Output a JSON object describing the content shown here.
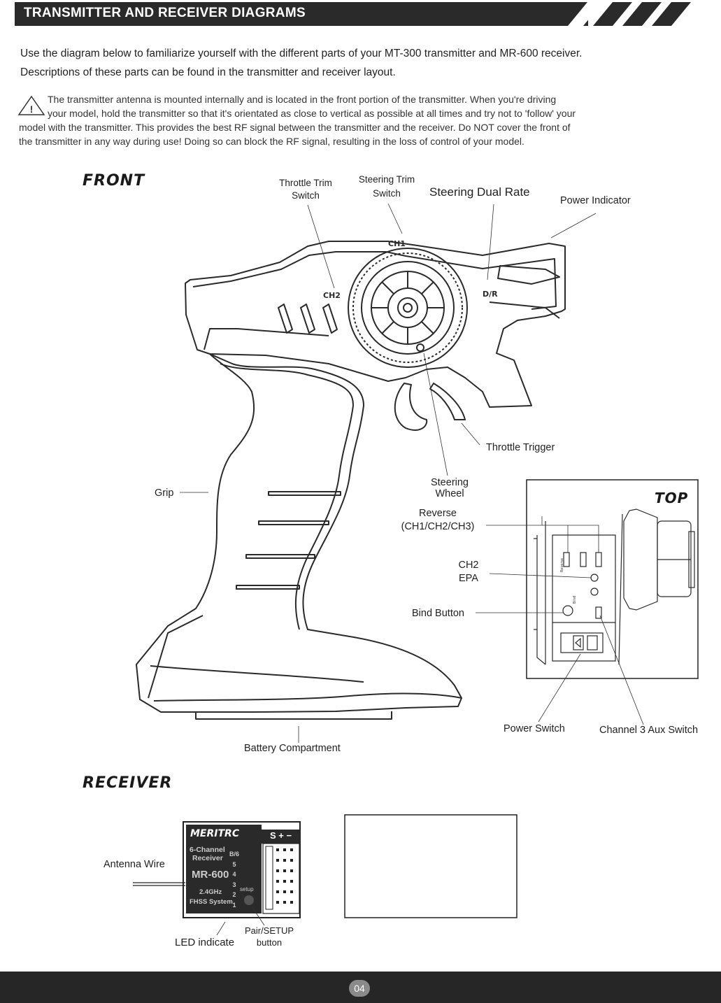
{
  "header": {
    "title": "TRANSMITTER AND RECEIVER  DIAGRAMS"
  },
  "intro": {
    "line1": "Use the diagram below to familiarize yourself with the different parts of your MT-300 transmitter and MR-600 receiver.",
    "line2": "Descriptions of these parts can be found in the transmitter and receiver layout."
  },
  "warning": {
    "icon": "warning-triangle-icon",
    "line1": "The transmitter antenna is mounted internally and is located in the front portion of the transmitter. When you're driving",
    "line2": "your model, hold the transmitter so that it's orientated as close to vertical as possible at all times and try not to 'follow' your",
    "line3": "model with the transmitter. This provides the best RF signal between the transmitter and the receiver. Do NOT cover the front of",
    "line4": "the transmitter in any way during use! Doing so can block the RF signal, resulting in the loss of control of your model."
  },
  "front": {
    "title": "FRONT",
    "labels": {
      "throttle_trim_1": "Throttle Trim",
      "throttle_trim_2": "Switch",
      "steering_trim_1": "Steering Trim",
      "steering_trim_2": "Switch",
      "steering_dual_rate": "Steering Dual Rate",
      "power_indicator": "Power Indicator",
      "throttle_trigger": "Throttle Trigger",
      "steering_wheel_1": "Steering",
      "steering_wheel_2": "Wheel",
      "grip": "Grip",
      "battery_compartment": "Battery Compartment"
    },
    "marks": {
      "ch1": "CH1",
      "ch2": "CH2",
      "dr": "D/R"
    }
  },
  "top": {
    "title": "TOP",
    "labels": {
      "reverse_1": "Reverse",
      "reverse_2": "(CH1/CH2/CH3)",
      "ch2epa_1": "CH2",
      "ch2epa_2": "EPA",
      "bind_button": "Bind Button",
      "power_switch": "Power Switch",
      "channel3_aux": "Channel 3  Aux Switch"
    }
  },
  "receiver": {
    "title": "RECEIVER",
    "brand": "MERITRC",
    "line_a": "6-Channel",
    "line_b": "Receiver",
    "model": "MR-600",
    "freq": "2.4GHz",
    "system": "FHSS System",
    "header_pins": "S + −",
    "ch_labels": [
      "B/6",
      "5",
      "4",
      "3",
      "2",
      "1"
    ],
    "setup": "setup",
    "labels": {
      "antenna_wire": "Antenna Wire",
      "led_indicate": "LED indicate",
      "pair_setup_1": "Pair/SETUP",
      "pair_setup_2": "button"
    }
  },
  "footer": {
    "page": "04"
  }
}
